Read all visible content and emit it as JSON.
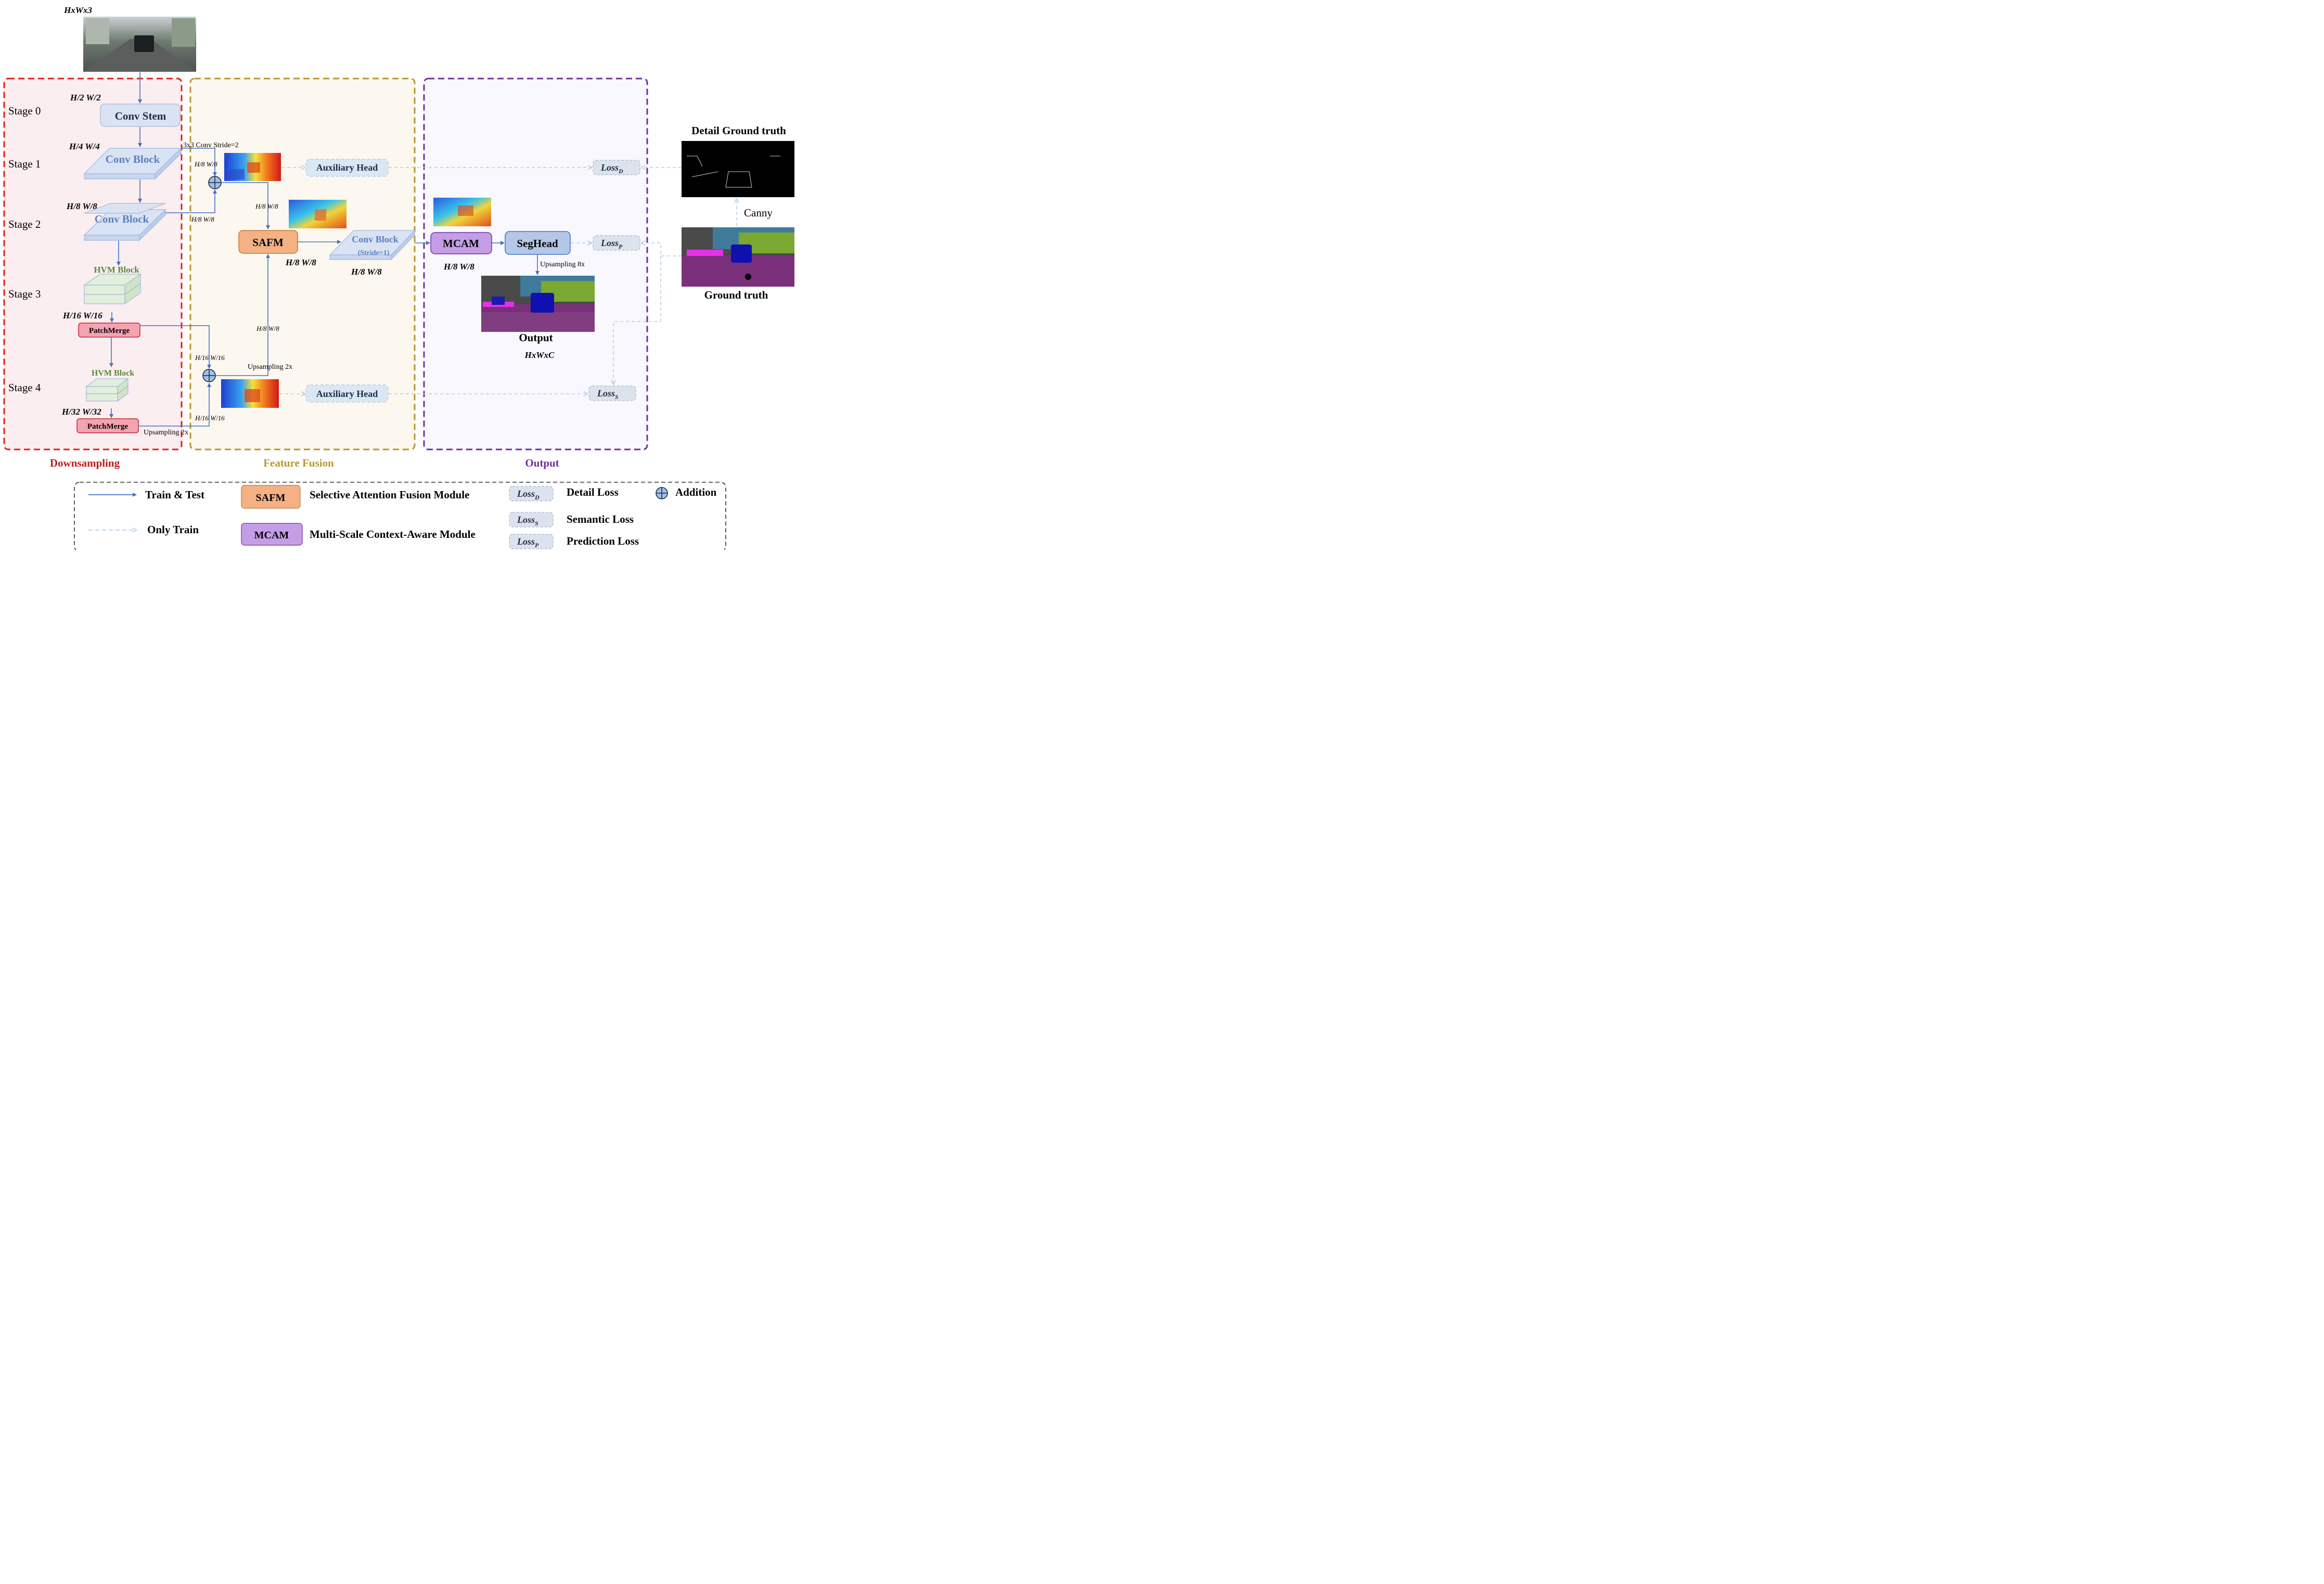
{
  "input": {
    "dims": "HxWx3"
  },
  "panels": {
    "downsampling": {
      "title": "Downsampling",
      "color": "#cc1a1a"
    },
    "feature_fusion": {
      "title": "Feature Fusion",
      "color": "#b8962e"
    },
    "output": {
      "title": "Output",
      "color": "#7030a0"
    }
  },
  "stages": [
    "Stage 0",
    "Stage 1",
    "Stage 2",
    "Stage 3",
    "Stage 4"
  ],
  "blocks": {
    "conv_stem": "Conv Stem",
    "conv_block": "Conv Block",
    "hvm_block": "HVM Block",
    "patch_merge": "PatchMerge",
    "safm": "SAFM",
    "conv_block_fusion": "Conv Block",
    "conv_block_stride": "(Stride=1)",
    "mcam": "MCAM",
    "seghead": "SegHead",
    "aux_head": "Auxiliary Head"
  },
  "dims": {
    "s0": "H/2 W/2",
    "s1": "H/4 W/4",
    "s2": "H/8 W/8",
    "s3": "H/16 W/16",
    "s4": "H/32 W/32",
    "h8": "H/8 W/8",
    "h16": "H/16 W/16",
    "output": "HxWxC"
  },
  "annotations": {
    "conv_stride": "3x3 Conv Stride=2",
    "upsampling_2x": "Upsampling 2x",
    "upsampling_8x": "Upsampling 8x",
    "canny": "Canny"
  },
  "losses": {
    "detail": {
      "base": "Loss",
      "sub": "D"
    },
    "prediction": {
      "base": "Loss",
      "sub": "P"
    },
    "semantic": {
      "base": "Loss",
      "sub": "S"
    }
  },
  "ground_truth": {
    "detail": "Detail Ground truth",
    "gt": "Ground truth"
  },
  "output_label": "Output",
  "legend": {
    "train_test": "Train & Test",
    "only_train": "Only Train",
    "safm_name": "Selective Attention Fusion Module",
    "mcam_name": "Multi-Scale Context-Aware Module",
    "detail_loss": "Detail Loss",
    "semantic_loss": "Semantic Loss",
    "prediction_loss": "Prediction Loss",
    "addition": "Addition"
  },
  "colors": {
    "solid_arrow": "#4472c4",
    "dashed_arrow": "#bdd7ee",
    "safm": "#f4b183",
    "mcam": "#c59de6",
    "seghead": "#b4c7e7",
    "patch_merge": "#f4a3b0",
    "hvm": "#e2efda",
    "conv": "#dae3f3",
    "loss": "#dce3ec"
  }
}
